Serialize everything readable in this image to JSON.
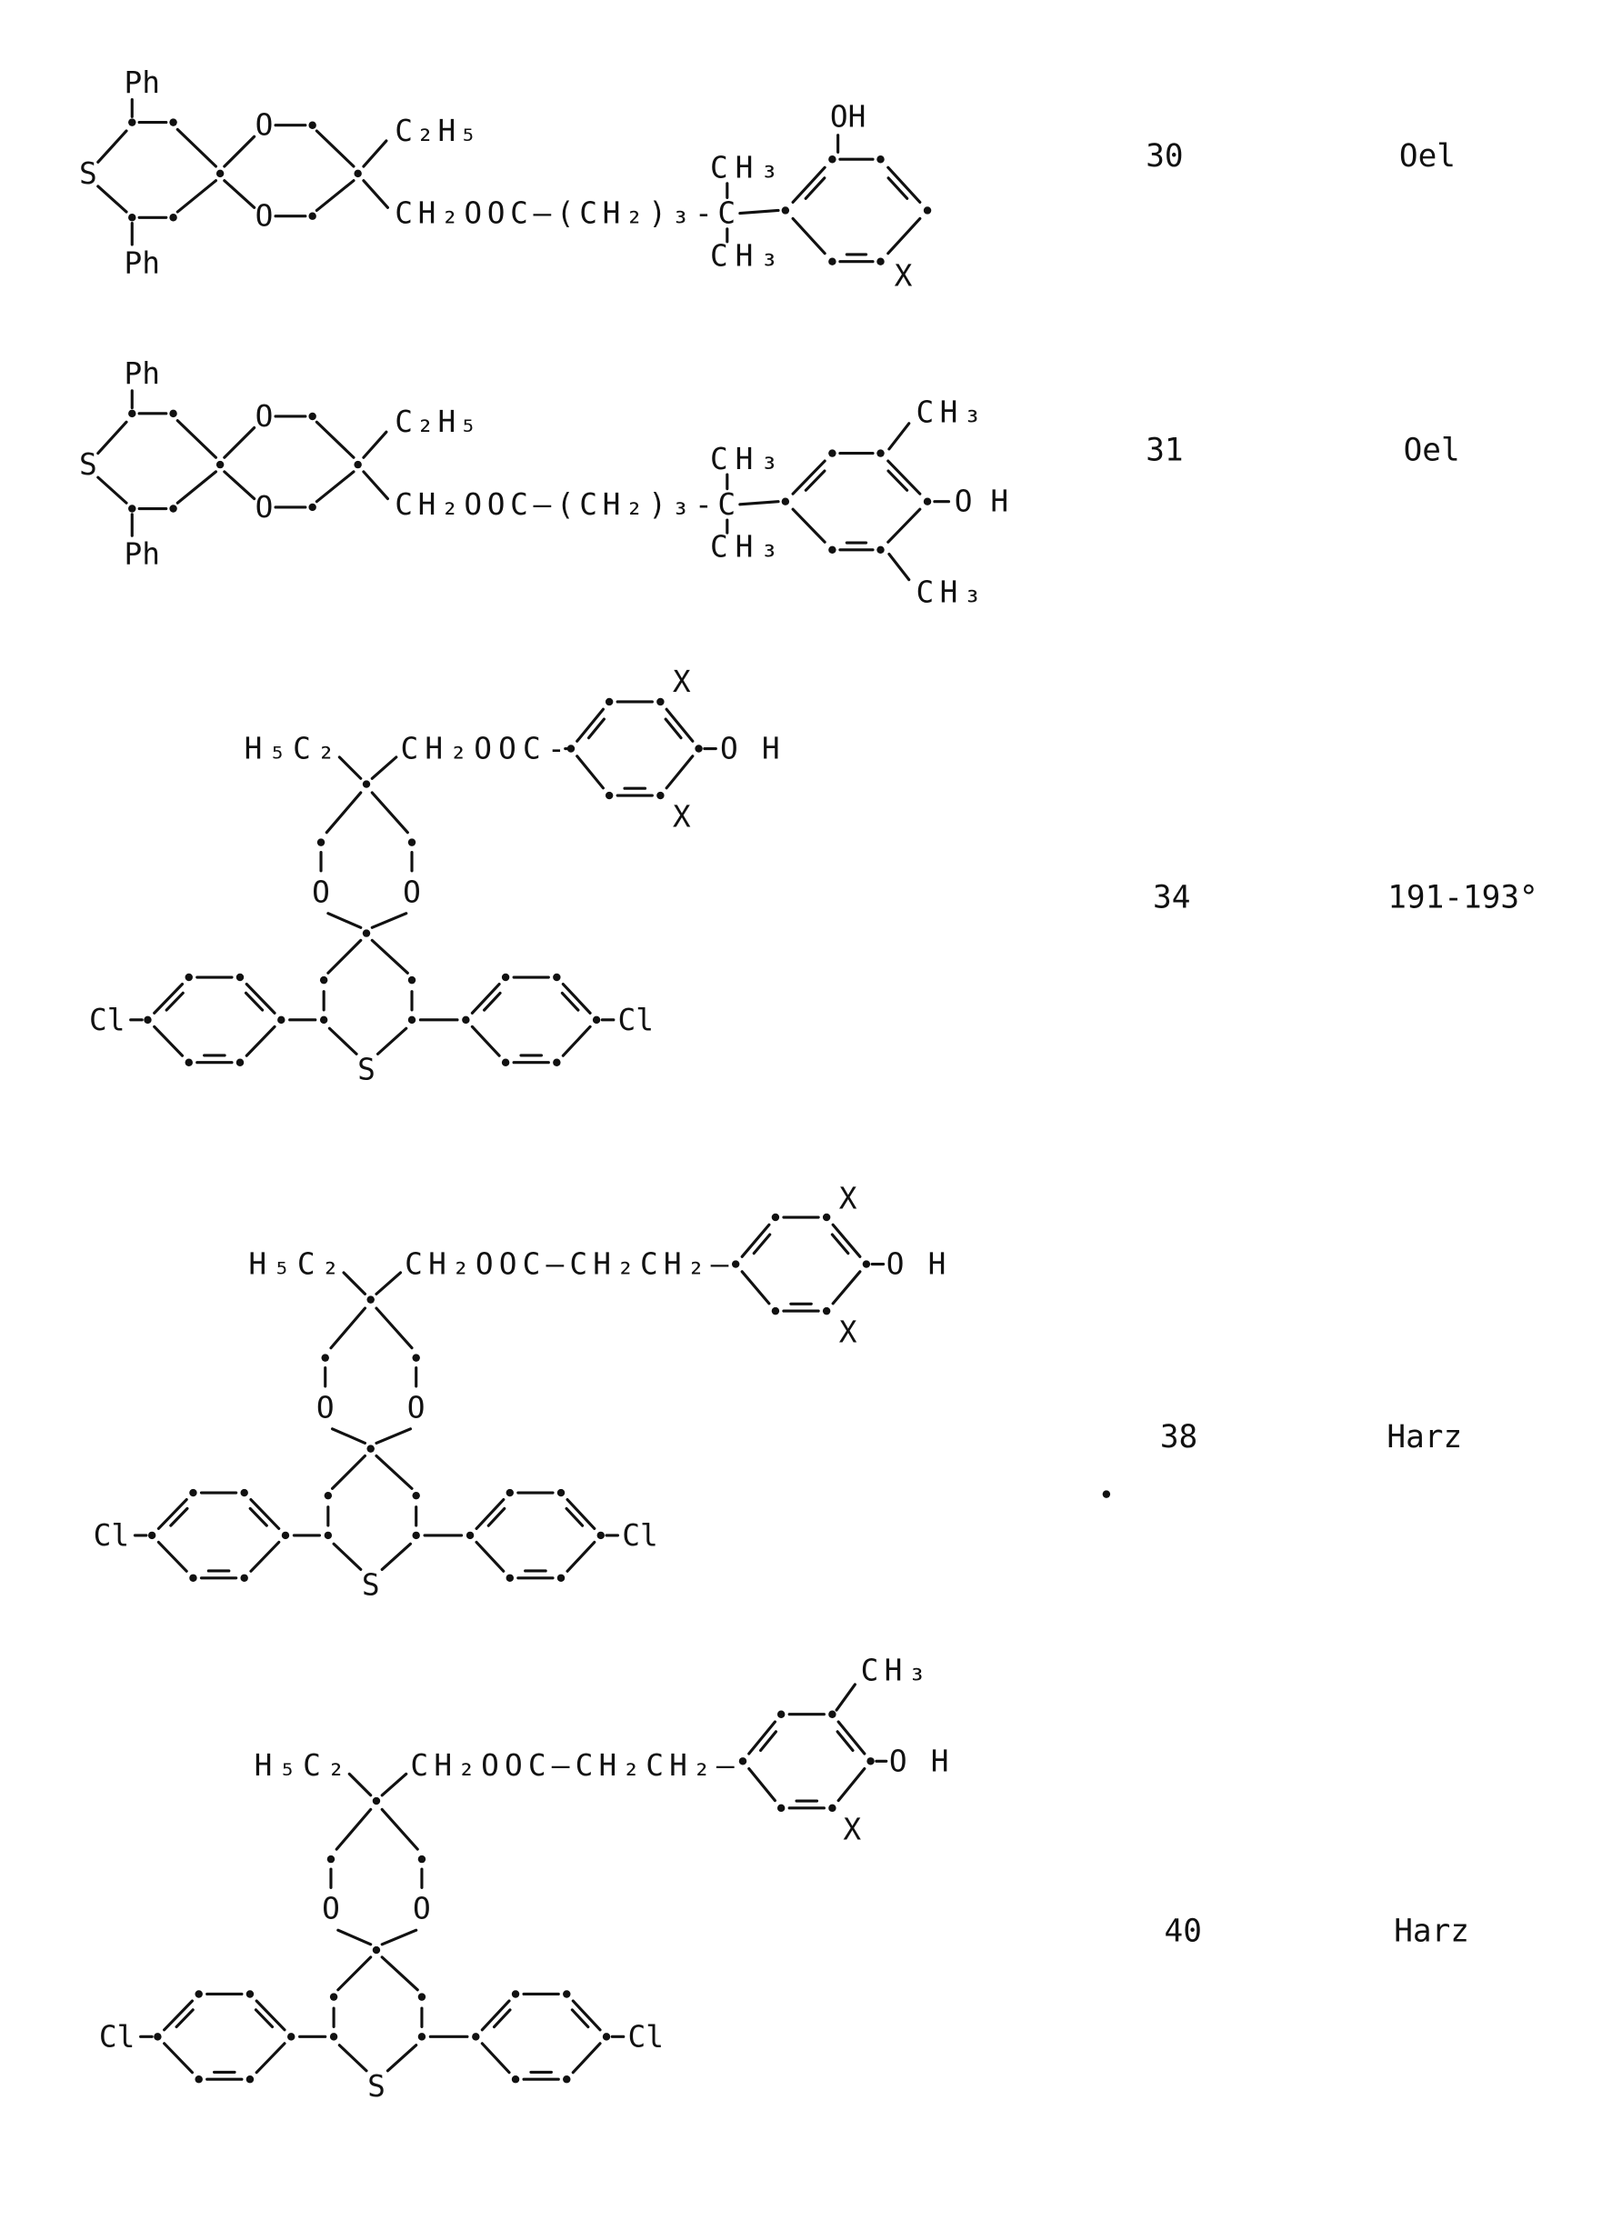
{
  "compounds": [
    {
      "number": "30",
      "property": "Oel",
      "labels": {
        "ph_top": "Ph",
        "ph_bottom": "Ph",
        "s": "S",
        "o1": "O",
        "o2": "O",
        "ethyl": "C₂H₅",
        "chain": "CH₂OOC—(CH₂)₃-C",
        "me_top": "CH₃",
        "me_bottom": "CH₃",
        "oh": "OH",
        "x": "X"
      }
    },
    {
      "number": "31",
      "property": "Oel",
      "labels": {
        "ph_top": "Ph",
        "ph_bottom": "Ph",
        "s": "S",
        "o1": "O",
        "o2": "O",
        "ethyl": "C₂H₅",
        "chain": "CH₂OOC—(CH₂)₃-C",
        "me_top": "CH₃",
        "me_bottom": "CH₃",
        "ring_me_top": "CH₃",
        "oh": "OH",
        "ring_me_bottom": "CH₃"
      }
    },
    {
      "number": "34",
      "property": "191-193°",
      "labels": {
        "ethyl": "H₅C₂",
        "chain": "CH₂OOC-",
        "o1": "O",
        "o2": "O",
        "s": "S",
        "cl_left": "Cl",
        "cl_right": "Cl",
        "oh": "OH",
        "x_top": "X",
        "x_bottom": "X"
      }
    },
    {
      "number": "38",
      "property": "Harz",
      "labels": {
        "ethyl": "H₅C₂",
        "chain": "CH₂OOC—CH₂CH₂—",
        "o1": "O",
        "o2": "O",
        "s": "S",
        "cl_left": "Cl",
        "cl_right": "Cl",
        "oh": "OH",
        "x_top": "X",
        "x_bottom": "X"
      }
    },
    {
      "number": "40",
      "property": "Harz",
      "labels": {
        "ethyl": "H₅C₂",
        "chain": "CH₂OOC—CH₂CH₂—",
        "o1": "O",
        "o2": "O",
        "s": "S",
        "cl_left": "Cl",
        "cl_right": "Cl",
        "oh": "OH",
        "me_top": "CH₃",
        "x_bottom": "X"
      }
    }
  ]
}
